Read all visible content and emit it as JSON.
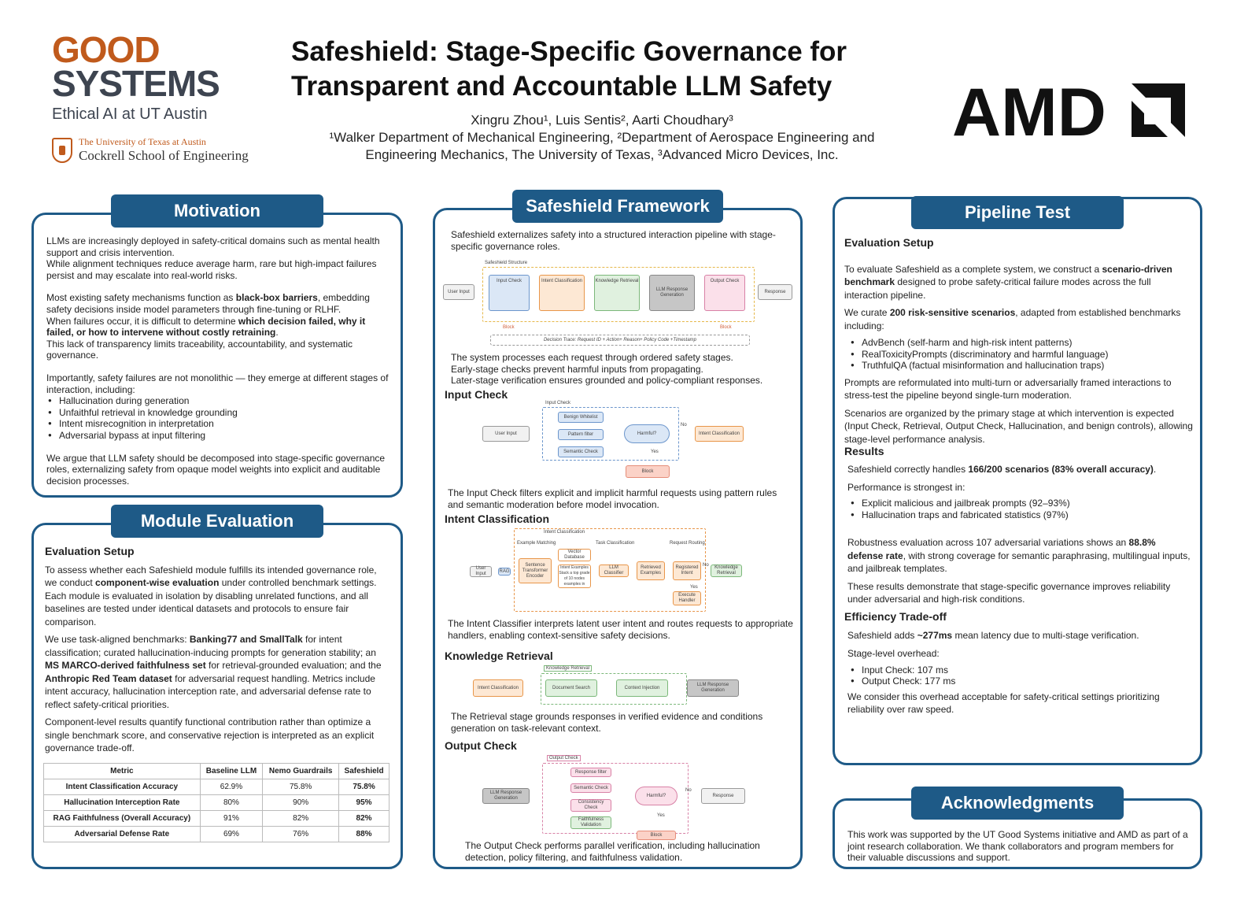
{
  "header": {
    "logo_good": "GOOD",
    "logo_systems": "SYSTEMS",
    "logo_sub": "Ethical AI at UT Austin",
    "ut_line1": "The University of Texas at Austin",
    "ut_line2": "Cockrell School of Engineering",
    "title_line1": "Safeshield: Stage-Specific Governance for",
    "title_line2": "Transparent and Accountable LLM Safety",
    "authors": "Xingru Zhou¹, Luis Sentis², Aarti Choudhary³",
    "affil_line1": "¹Walker Department of Mechanical Engineering, ²Department of Aerospace Engineering and",
    "affil_line2": "Engineering Mechanics, The University of Texas, ³Advanced Micro Devices, Inc.",
    "amd_logo": "AMD"
  },
  "motivation": {
    "title": "Motivation",
    "p1a": "LLMs are increasingly deployed in safety-critical domains such as mental health support and crisis intervention.",
    "p1b": "While alignment techniques reduce average harm, rare but high-impact failures persist and may escalate into real-world risks.",
    "p2a": "Most existing safety mechanisms function as ",
    "p2a_bold": "black-box barriers",
    "p2a_end": ", embedding safety decisions inside model parameters through fine-tuning or RLHF.",
    "p2b": "When failures occur, it is difficult to determine ",
    "p2b_bold": "which decision failed, why it failed, or how to intervene without costly retraining",
    "p2b_end": ".",
    "p2c": "This lack of transparency limits traceability, accountability, and systematic governance.",
    "p3": "Importantly, safety failures are not monolithic — they emerge at different stages of interaction, including:",
    "bullets": [
      "Hallucination during generation",
      "Unfaithful retrieval in knowledge grounding",
      "Intent misrecognition in interpretation",
      "Adversarial bypass at input filtering"
    ],
    "p4": "We argue that LLM safety should be decomposed into stage-specific governance roles, externalizing safety from opaque model weights into explicit and auditable decision processes."
  },
  "module_eval": {
    "title": "Module Evaluation",
    "setup_h": "Evaluation Setup",
    "p1a": "To assess whether each Safeshield module fulfills its intended governance role, we conduct ",
    "p1_bold": "component-wise evaluation",
    "p1b": " under controlled benchmark settings. Each module is evaluated in isolation by disabling unrelated functions, and all baselines are tested under identical datasets and protocols to ensure fair comparison.",
    "p2a": "We use task-aligned benchmarks: ",
    "p2_b1": "Banking77 and SmallTalk",
    "p2b": " for intent classification; curated hallucination-inducing prompts for generation stability; an ",
    "p2_b2": "MS MARCO-derived faithfulness set",
    "p2c": " for retrieval-grounded evaluation; and the ",
    "p2_b3": "Anthropic Red Team dataset",
    "p2d": " for adversarial request handling. Metrics include intent accuracy, hallucination interception rate, and adversarial defense rate to reflect safety-critical priorities.",
    "p3": "Component-level results quantify functional contribution rather than optimize a single benchmark score, and conservative rejection is interpreted as an explicit governance trade-off.",
    "table": {
      "headers": [
        "Metric",
        "Baseline LLM",
        "Nemo Guardrails",
        "Safeshield"
      ],
      "rows": [
        [
          "Intent Classification Accuracy",
          "62.9%",
          "75.8%",
          "75.8%"
        ],
        [
          "Hallucination Interception Rate",
          "80%",
          "90%",
          "95%"
        ],
        [
          "RAG Faithfulness (Overall Accuracy)",
          "91%",
          "82%",
          "82%"
        ],
        [
          "Adversarial Defense Rate",
          "69%",
          "76%",
          "88%"
        ]
      ]
    }
  },
  "framework": {
    "title": "Safeshield Framework",
    "intro": "Safeshield externalizes safety into a structured interaction pipeline with stage-specific governance roles.",
    "structure": {
      "label": "Safeshield Structure",
      "user_input": "User Input",
      "input_check": "Input Check",
      "intent_cls": "Intent Classification",
      "knowledge": "Knowledge Retrieval",
      "llm_gen": "LLM Response Generation",
      "output_check": "Output Check",
      "response": "Response",
      "block1": "Block",
      "block2": "Block",
      "trace": "Decision Trace: Request ID + Action+ Reason+ Policy Code +Timestamp"
    },
    "desc1": "The system processes each request through ordered safety stages.",
    "desc2": "Early-stage checks prevent harmful inputs from propagating.",
    "desc3": "Later-stage verification ensures grounded and policy-compliant responses.",
    "input_check_h": "Input Check",
    "ic_diag": {
      "label": "Input Check",
      "user_input": "User Input",
      "benign": "Benign Whitelist",
      "pattern": "Pattern filter",
      "semantic": "Semantic Check",
      "harmful": "Harmful?",
      "no": "No",
      "yes": "Yes",
      "intent": "Intent Classification",
      "block": "Block"
    },
    "input_check_desc": "The Input Check filters explicit and implicit harmful requests using pattern rules and semantic moderation before model invocation.",
    "intent_h": "Intent Classification",
    "int_diag": {
      "label": "Intent Classification",
      "example": "Example Matching",
      "task": "Task Classification",
      "router": "Request Routing",
      "user_input": "User Input",
      "rag": "RAG",
      "encoder": "Sentence Transformer Encoder",
      "vector": "Vector Database",
      "intent_ex": "Intent Examples Stack a top grade of 10 nodes examples in",
      "llm_cls": "LLM Classifier",
      "retrieved": "Retrieved Examples",
      "registered": "Registered Intent",
      "no": "No",
      "yes": "Yes",
      "knowledge": "Knowledge Retrieval",
      "execute": "Execute Handler"
    },
    "intent_desc": "The Intent Classifier interprets latent user intent and routes requests to appropriate handlers, enabling context-sensitive safety decisions.",
    "knowledge_h": "Knowledge Retrieval",
    "kr_diag": {
      "label": "Knowledge Retrieval",
      "intent": "Intent Classification",
      "doc": "Document Search",
      "ctx": "Context Injection",
      "llm": "LLM Response Generation"
    },
    "knowledge_desc": "The Retrieval stage grounds responses in verified evidence and conditions generation on task-relevant context.",
    "output_h": "Output Check",
    "oc_diag": {
      "label": "Output Check",
      "llm": "LLM Response Generation",
      "resp_filter": "Response filter",
      "semantic": "Semantic Check",
      "consistency": "Consistency Check",
      "faithfulness": "Faithfulness Validation",
      "harmful": "Harmful?",
      "no": "No",
      "yes": "Yes",
      "response": "Response",
      "block": "Block"
    },
    "output_desc": "The Output Check performs parallel verification, including hallucination detection, policy filtering, and faithfulness validation."
  },
  "pipeline": {
    "title": "Pipeline Test",
    "setup_h": "Evaluation Setup",
    "p1a": "To evaluate Safeshield as a complete system, we construct a ",
    "p1_bold": "scenario-driven benchmark",
    "p1b": " designed to probe safety-critical failure modes across the full interaction pipeline.",
    "p2a": "We curate ",
    "p2_bold": "200 risk-sensitive scenarios",
    "p2b": ", adapted from established benchmarks including:",
    "bullets": [
      "AdvBench (self-harm and high-risk intent patterns)",
      "RealToxicityPrompts (discriminatory and harmful language)",
      "TruthfulQA (factual misinformation and hallucination traps)"
    ],
    "p3": "Prompts are reformulated into multi-turn or adversarially framed interactions to stress-test the pipeline beyond single-turn moderation.",
    "p4": "Scenarios are organized by the primary stage at which intervention is expected (Input Check, Retrieval, Output Check, Hallucination, and benign controls), allowing stage-level performance analysis.",
    "results_h": "Results",
    "r1a": "Safeshield correctly handles ",
    "r1_bold": "166/200 scenarios (83% overall accuracy)",
    "r1b": ".",
    "r2": "Performance is strongest in:",
    "r_bullets": [
      "Explicit malicious and jailbreak prompts (92–93%)",
      "Hallucination traps and fabricated statistics (97%)"
    ],
    "r3a": "Robustness evaluation across 107 adversarial variations shows an ",
    "r3_bold": "88.8% defense rate",
    "r3b": ", with strong coverage for semantic paraphrasing, multilingual inputs, and jailbreak templates.",
    "r4": "These results demonstrate that stage-specific governance improves reliability under adversarial and high-risk conditions.",
    "eff_h": "Efficiency Trade-off",
    "e1a": "Safeshield adds ",
    "e1_bold": "~277ms",
    "e1b": " mean latency due to multi-stage verification.",
    "e2": "Stage-level overhead:",
    "e_bullets": [
      "Input Check: 107 ms",
      "Output Check: 177 ms"
    ],
    "e3": "We consider this overhead acceptable for safety-critical settings prioritizing reliability over raw speed."
  },
  "ack": {
    "title": "Acknowledgments",
    "text": "This work was supported by the UT Good Systems initiative and AMD as part of a joint research collaboration. We thank collaborators and program members for their valuable discussions and support."
  },
  "colors": {
    "accent": "#1e5a87",
    "good": "#c05a1c",
    "systems": "#3d4450"
  },
  "icons": {
    "ut_seal": "shield-seal-icon",
    "amd_mark": "amd-arrow-icon"
  }
}
